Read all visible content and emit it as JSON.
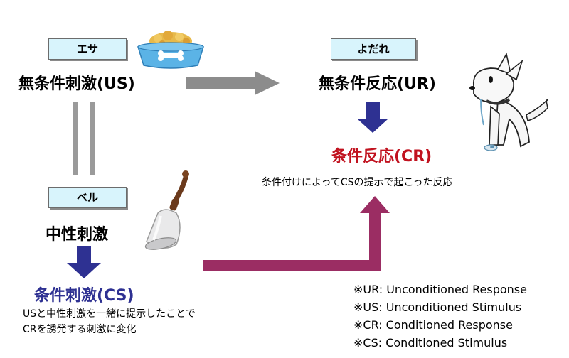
{
  "tags": {
    "esa": "エサ",
    "yodare": "よだれ",
    "bell": "ベル"
  },
  "labels": {
    "us": "無条件刺激(US)",
    "ur": "無条件反応(UR)",
    "neutral": "中性刺激",
    "cs": "条件刺激(CS)",
    "cr": "条件反応(CR)"
  },
  "notes": {
    "cr_desc": "条件付けによってCSの提示で起こった反応",
    "cs_desc_1": "USと中性刺激を一緒に提示したことで",
    "cs_desc_2": "CRを誘発する刺激に変化"
  },
  "glossary": [
    "※UR: Unconditioned Response",
    "※US: Unconditioned Stimulus",
    "※CR: Conditioned Response",
    "※CS: Conditioned Stimulus"
  ],
  "colors": {
    "tag_bg": "#d8f4fc",
    "arrow_gray": "#8c8c8c",
    "arrow_blue": "#2e3192",
    "arrow_purple": "#9b2d63",
    "cs_text": "#2e3192",
    "cr_text": "#c1121f"
  },
  "icons": [
    "dog-bowl-icon",
    "bell-icon",
    "dog-icon"
  ]
}
